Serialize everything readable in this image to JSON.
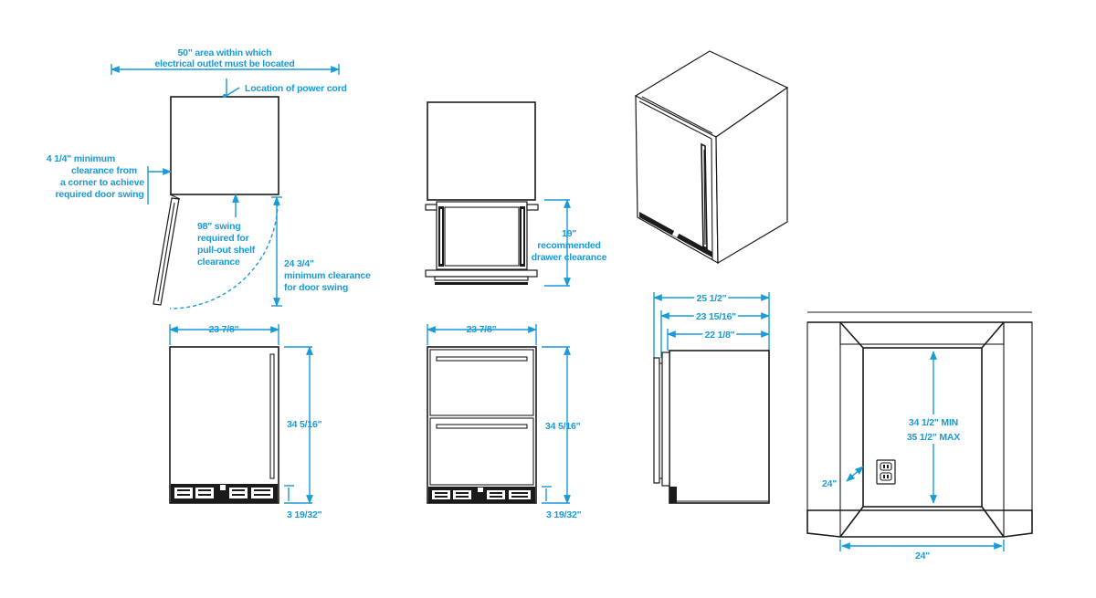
{
  "colors": {
    "dimension": "#1a9ad6",
    "line": "#1b1b1b",
    "background": "#ffffff"
  },
  "top_view": {
    "outlet_area_line1": "50\" area within which",
    "outlet_area_line2": "electrical outlet must be located",
    "power_cord": "Location of power cord",
    "corner_line1": "4 1/4\" minimum",
    "corner_line2": "clearance from",
    "corner_line3": "a corner to achieve",
    "corner_line4": "required door swing",
    "swing_line1": "98\" swing",
    "swing_line2": "required for",
    "swing_line3": "pull-out shelf",
    "swing_line4": "clearance",
    "door_line1": "24 3/4\"",
    "door_line2": "minimum clearance",
    "door_line3": "for door swing"
  },
  "drawer_top_view": {
    "drawer_line1": "19\"",
    "drawer_line2": "recommended",
    "drawer_line3": "drawer clearance"
  },
  "front_view": {
    "width": "23 7/8\"",
    "height": "34 5/16\"",
    "base": "3 19/32\""
  },
  "drawer_front_view": {
    "width": "23 7/8\"",
    "height": "34 5/16\"",
    "base": "3 19/32\""
  },
  "side_view": {
    "depth_1": "25 1/2\"",
    "depth_2": "23 15/16\"",
    "depth_3": "22 1/8\""
  },
  "opening_view": {
    "height_min": "34 1/2\" MIN",
    "height_max": "35 1/2\" MAX",
    "depth": "24\"",
    "width": "24\""
  }
}
